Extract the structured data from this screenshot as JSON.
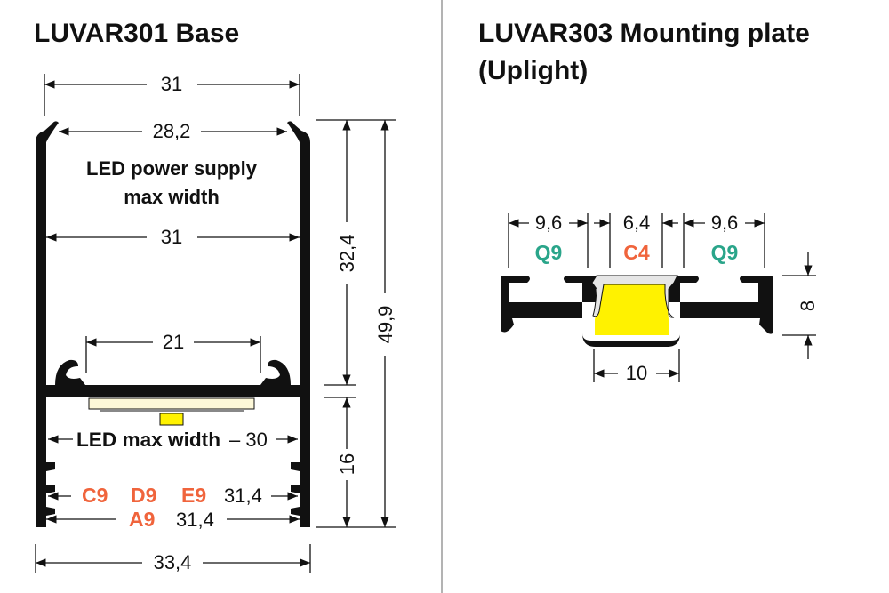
{
  "left": {
    "title": "LUVAR301 Base",
    "dims": {
      "top_width": "31",
      "inner_top": "28,2",
      "psu_width": "31",
      "slot_width": "21",
      "led_max": "30",
      "slot_c_d_e": "31,4",
      "slot_a": "31,4",
      "total_width": "33,4",
      "upper_height": "32,4",
      "lower_height": "16",
      "total_height": "49,9"
    },
    "labels": {
      "psu_line1": "LED power supply",
      "psu_line2": "max width",
      "led_max": "LED max width"
    },
    "codes": {
      "c": "C9",
      "d": "D9",
      "e": "E9",
      "a": "A9"
    }
  },
  "right": {
    "title_line1": "LUVAR303 Mounting plate",
    "title_line2": "(Uplight)",
    "dims": {
      "left": "9,6",
      "center": "6,4",
      "right": "9,6",
      "channel": "10",
      "height": "8"
    },
    "codes": {
      "left": "Q9",
      "center": "C4",
      "right": "Q9"
    }
  },
  "colors": {
    "profile": "#111111",
    "orange_code": "#f0643c",
    "teal_code": "#2aa58a",
    "led_yellow": "#fff200",
    "led_cream": "#fdf8d8",
    "diffuser": "#e6e6e6",
    "divider": "#9a9a9a"
  }
}
